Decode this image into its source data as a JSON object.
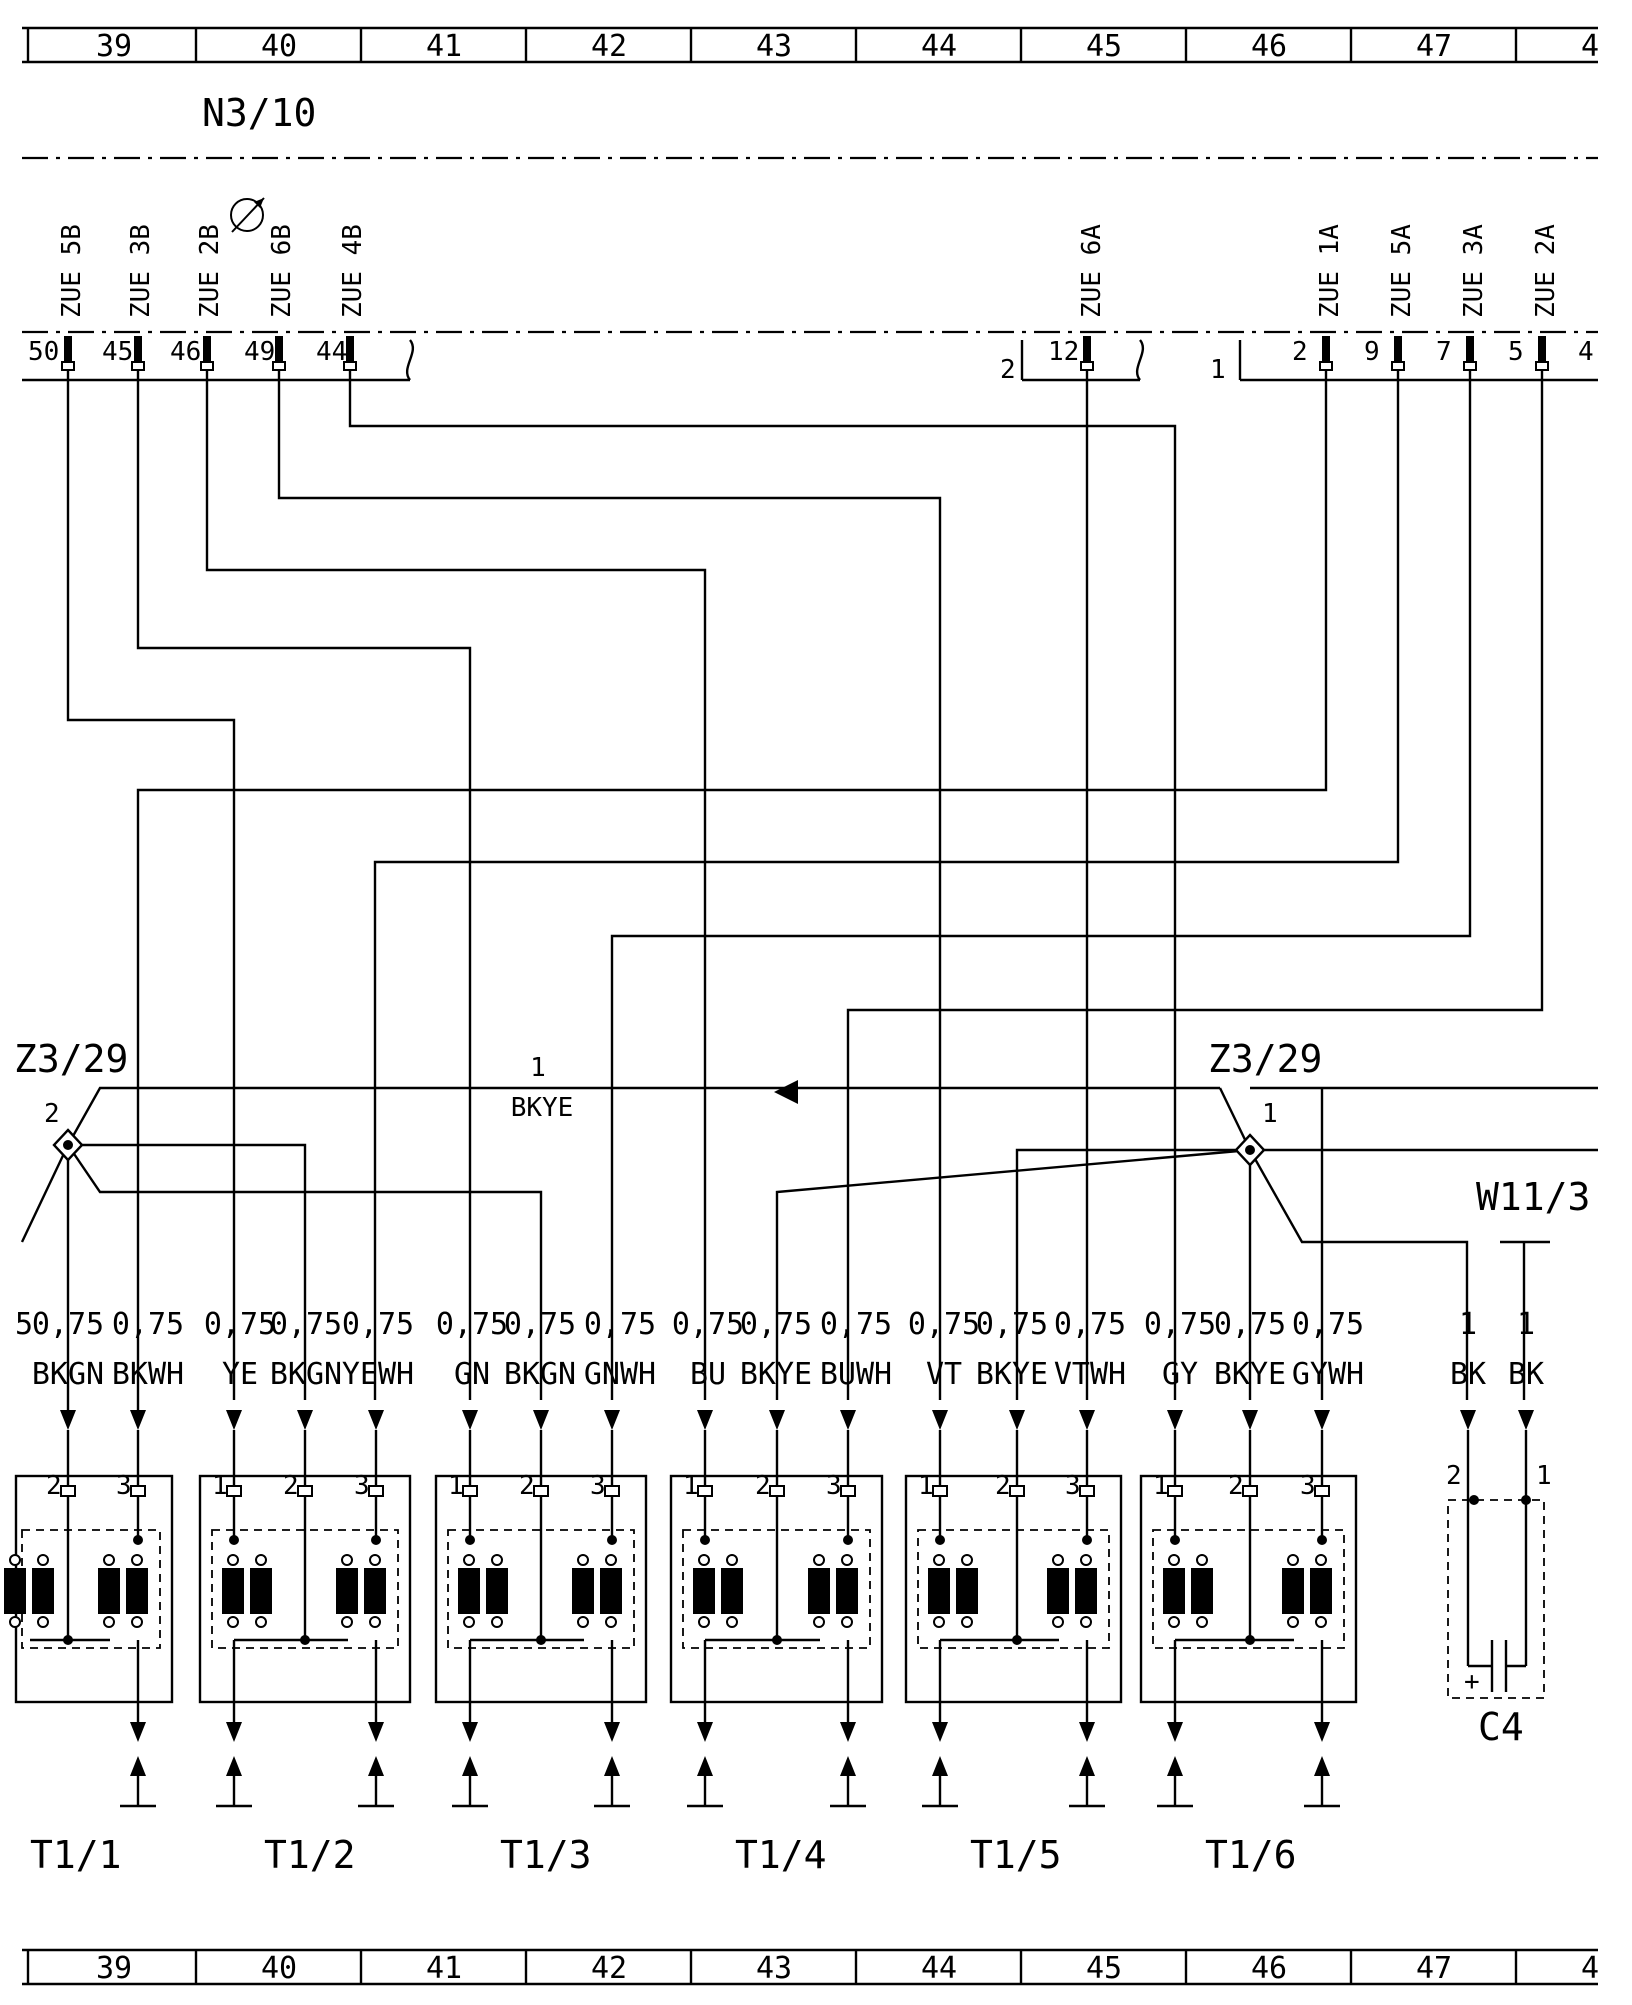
{
  "ruler": {
    "columns": [
      "39",
      "40",
      "41",
      "42",
      "43",
      "44",
      "45",
      "46",
      "47",
      "4"
    ]
  },
  "control_unit": {
    "name": "N3/10",
    "left_pins": [
      {
        "num": "50",
        "signal": "ZUE 5B"
      },
      {
        "num": "45",
        "signal": "ZUE 3B"
      },
      {
        "num": "46",
        "signal": "ZUE 2B"
      },
      {
        "num": "49",
        "signal": "ZUE 6B"
      },
      {
        "num": "44",
        "signal": "ZUE 4B"
      }
    ],
    "mid_connector": "2",
    "mid_pin": {
      "num": "12",
      "signal": "ZUE 6A"
    },
    "right_connector": "1",
    "right_pins": [
      {
        "num": "2",
        "signal": "ZUE 1A"
      },
      {
        "num": "9",
        "signal": "ZUE 5A"
      },
      {
        "num": "7",
        "signal": "ZUE 3A"
      },
      {
        "num": "5",
        "signal": "ZUE 2A"
      },
      {
        "num": "4",
        "signal": ""
      }
    ]
  },
  "splice": {
    "left_name": "Z3/29",
    "left_pin": "2",
    "right_name": "Z3/29",
    "right_pin": "1",
    "bus_size": "1",
    "bus_color": "BKYE"
  },
  "wire_labels": [
    {
      "size": "5",
      "color": ""
    },
    {
      "size": "0,75",
      "color": "BKGN"
    },
    {
      "size": "0,75",
      "color": "BKWH"
    },
    {
      "size": "0,75",
      "color": "YE"
    },
    {
      "size": "0,75",
      "color": "BKGN"
    },
    {
      "size": "0,75",
      "color": "YEWH"
    },
    {
      "size": "0,75",
      "color": "GN"
    },
    {
      "size": "0,75",
      "color": "BKGN"
    },
    {
      "size": "0,75",
      "color": "GNWH"
    },
    {
      "size": "0,75",
      "color": "BU"
    },
    {
      "size": "0,75",
      "color": "BKYE"
    },
    {
      "size": "0,75",
      "color": "BUWH"
    },
    {
      "size": "0,75",
      "color": "VT"
    },
    {
      "size": "0,75",
      "color": "BKYE"
    },
    {
      "size": "0,75",
      "color": "VTWH"
    },
    {
      "size": "0,75",
      "color": "GY"
    },
    {
      "size": "0,75",
      "color": "BKYE"
    },
    {
      "size": "0,75",
      "color": "GYWH"
    },
    {
      "size": "1",
      "color": "BK"
    },
    {
      "size": "1",
      "color": "BK"
    }
  ],
  "coils": [
    "T1/1",
    "T1/2",
    "T1/3",
    "T1/4",
    "T1/5",
    "T1/6"
  ],
  "coil_pins": [
    "1",
    "2",
    "3"
  ],
  "shield": {
    "name": "W11/3"
  },
  "capacitor": {
    "name": "C4",
    "pins": [
      "2",
      "1"
    ],
    "polarity": "+"
  }
}
